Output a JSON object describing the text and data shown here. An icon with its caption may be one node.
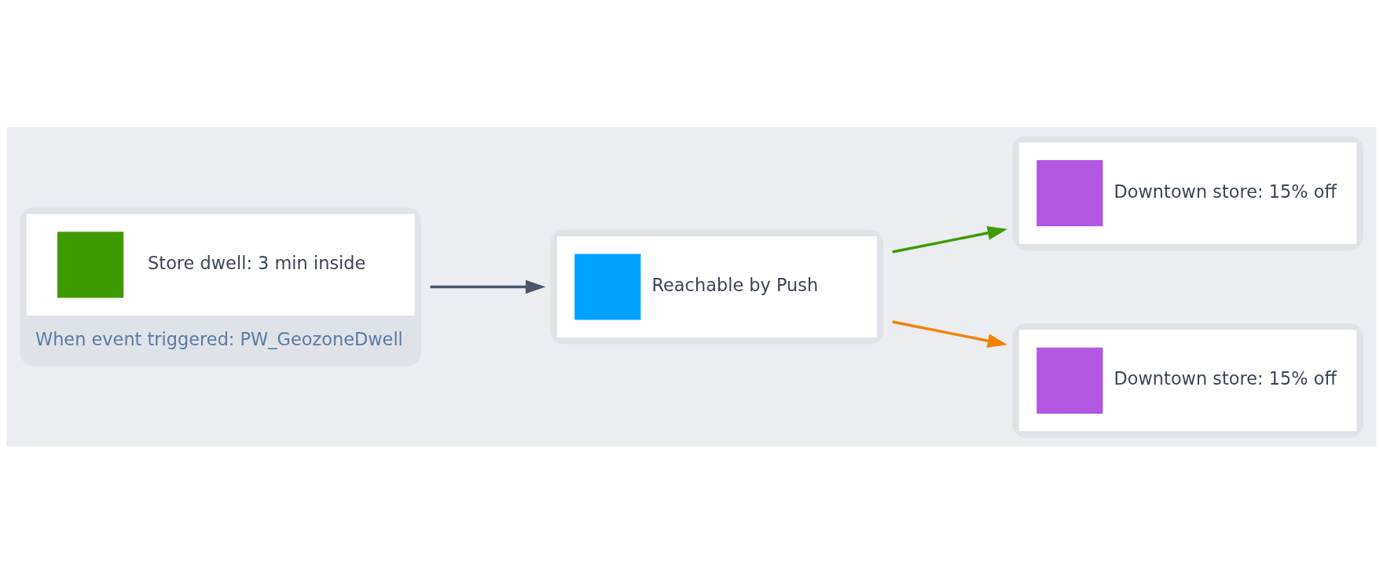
{
  "diagram": {
    "nodes": [
      {
        "text": [
          "Store dwell: 3 min inside",
          "When event triggered: PW_GeozoneDwell"
        ]
      },
      {
        "text": [
          "Reachable by Push"
        ]
      },
      {
        "text": [
          "Downtown store: 15% off"
        ]
      },
      {
        "text": [
          "Downtown store: 15% off"
        ]
      }
    ],
    "edges": [
      {
        "from": 0,
        "to": 1,
        "arrow": "to"
      },
      {
        "from": 1,
        "to": 2,
        "arrow": "to",
        "color": "#3f9a00"
      },
      {
        "from": 1,
        "to": 3,
        "arrow": "to",
        "color": "#f08300"
      }
    ]
  }
}
